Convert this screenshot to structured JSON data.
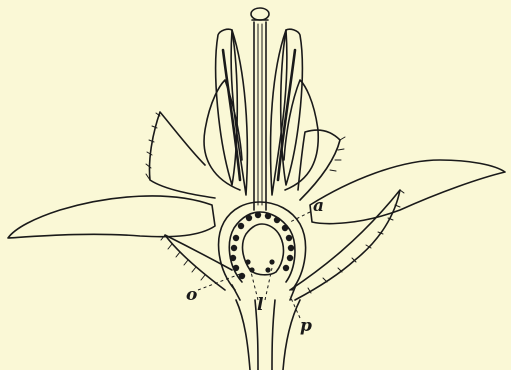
{
  "labels": {
    "a": "a",
    "o": "o",
    "l": "l",
    "p": "p"
  },
  "colors": {
    "background": "#faf8d6",
    "ink": "#1a1a1a"
  }
}
